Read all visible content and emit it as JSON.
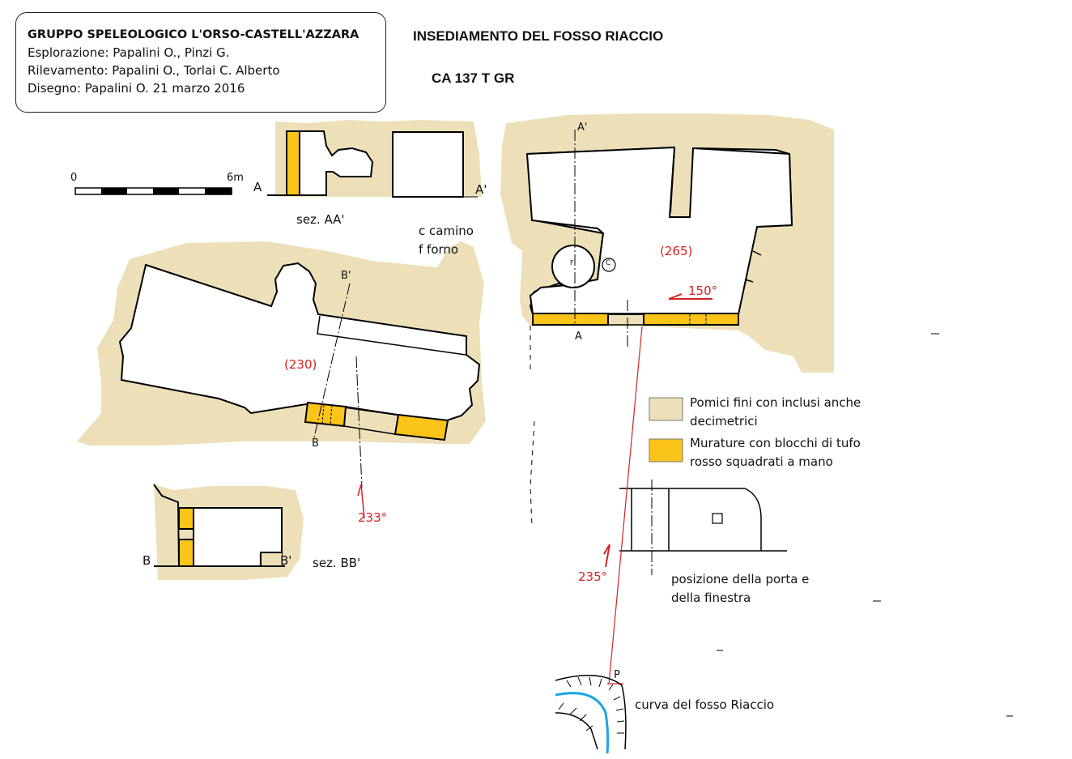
{
  "credits": {
    "group": "GRUPPO SPELEOLOGICO L'ORSO-CASTELL'AZZARA",
    "exploration": "Esplorazione:  Papalini O., Pinzi G.",
    "survey": "Rilevamento: Papalini O., Torlai C. Alberto",
    "drawing": "Disegno: Papalini O. 21 marzo 2016"
  },
  "title": "INSEDIAMENTO  DEL FOSSO RIACCIO",
  "code": "CA 137 T GR",
  "scale_bar": {
    "start": "0",
    "end": "6m"
  },
  "section_aa": {
    "label": "sez. AA'",
    "end_a": "A",
    "end_a_prime": "A'"
  },
  "section_bb": {
    "label": "sez. BB'",
    "end_b": "B",
    "end_b_prime": "B'"
  },
  "abbreviations": {
    "camino": "c camino",
    "forno": "f forno"
  },
  "plan_markers": {
    "a": "A",
    "a_prime": "A'",
    "b": "B",
    "b_prime": "B'",
    "forno_symbol": "F",
    "camino_symbol": "C",
    "point_p": "P"
  },
  "heights": {
    "left_room": "(230)",
    "right_room": "(265)"
  },
  "bearings": {
    "b150": "150°",
    "b233": "233°",
    "b235": "235°"
  },
  "legend": {
    "pumice_line1": "Pomici fini con inclusi anche",
    "pumice_line2": "decimetrici",
    "masonry_line1": "Murature con blocchi di tufo",
    "masonry_line2": "rosso squadrati a mano",
    "pumice_color": "#ede0b9",
    "masonry_color": "#fbc419"
  },
  "door_caption": {
    "line1": "posizione della porta e",
    "line2": "della finestra"
  },
  "river_caption": "curva del fosso Riaccio",
  "colors": {
    "pumice": "#ede0b9",
    "masonry": "#fbc419",
    "annotation": "#d62222",
    "river": "#1aa6e6"
  }
}
